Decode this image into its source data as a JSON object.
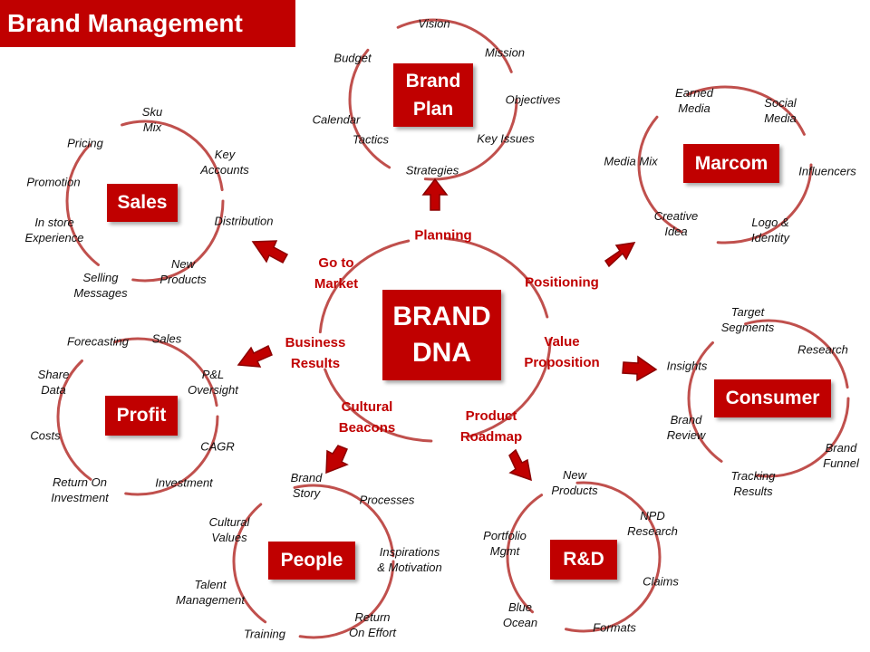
{
  "title": "Brand Management",
  "core": {
    "text": "BRAND\nDNA"
  },
  "connectors": {
    "planning": "Planning",
    "positioning": "Positioning",
    "go_to_market": "Go to\nMarket",
    "business_results": "Business\nResults",
    "value_proposition": "Value\nProposition",
    "cultural_beacons": "Cultural\nBeacons",
    "product_roadmap": "Product\nRoadmap"
  },
  "clusters": {
    "brand_plan": {
      "title": "Brand\nPlan",
      "items": [
        "Vision",
        "Mission",
        "Objectives",
        "Key Issues",
        "Strategies",
        "Tactics",
        "Calendar",
        "Budget"
      ]
    },
    "marcom": {
      "title": "Marcom",
      "items": [
        "Earned\nMedia",
        "Social\nMedia",
        "Influencers",
        "Logo &\nIdentity",
        "Creative\nIdea",
        "Media Mix"
      ]
    },
    "sales": {
      "title": "Sales",
      "items": [
        "Sku\nMix",
        "Key\nAccounts",
        "Distribution",
        "New\nProducts",
        "Selling\nMessages",
        "In store\nExperience",
        "Promotion",
        "Pricing"
      ]
    },
    "profit": {
      "title": "Profit",
      "items": [
        "Sales",
        "P&L\nOversight",
        "CAGR",
        "Investment",
        "Return On\nInvestment",
        "Costs",
        "Share\nData",
        "Forecasting"
      ]
    },
    "consumer": {
      "title": "Consumer",
      "items": [
        "Target\nSegments",
        "Research",
        "Brand\nFunnel",
        "Tracking\nResults",
        "Brand\nReview",
        "Insights"
      ]
    },
    "people": {
      "title": "People",
      "items": [
        "Brand\nStory",
        "Processes",
        "Inspirations\n& Motivation",
        "Return\nOn Effort",
        "Training",
        "Talent\nManagement",
        "Cultural\nValues"
      ]
    },
    "rd": {
      "title": "R&D",
      "items": [
        "New\nProducts",
        "NPD\nResearch",
        "Claims",
        "Formats",
        "Blue\nOcean",
        "Portfolio\nMgmt"
      ]
    }
  }
}
